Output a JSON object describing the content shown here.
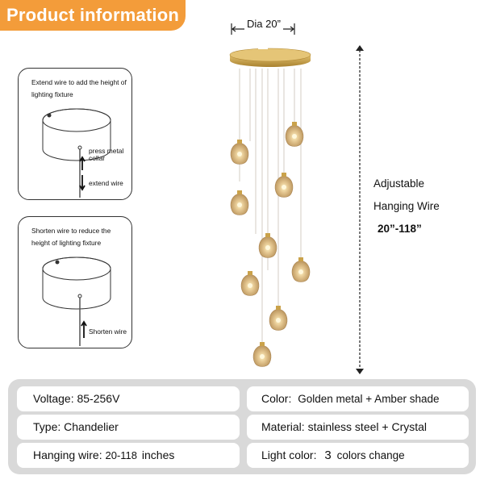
{
  "banner": {
    "title": "Product information"
  },
  "dimension": {
    "diameter": "Dia  20”"
  },
  "hanging": {
    "line1": "Adjustable",
    "line2": "Hanging Wire",
    "line3": "20”-118”"
  },
  "panels": {
    "extend": {
      "caption": "Extend wire to add the height of lighting fixture",
      "press_note": "press metal collar",
      "wire_note": "extend wire"
    },
    "shorten": {
      "caption": "Shorten wire to reduce the height of lighting fixture",
      "wire_note": "Shorten wire"
    }
  },
  "specs": {
    "voltage": "Voltage: 85-256V",
    "type": "Type: Chandelier",
    "hanging_wire_label": "Hanging wire:",
    "hanging_wire_value": "20-118",
    "hanging_wire_unit": "inches",
    "color_label": "Color:",
    "color_value": "Golden metal + Amber shade",
    "material": "Material: stainless steel + Crystal",
    "light_color_label": "Light color:",
    "light_color_value": "3",
    "light_color_unit": "colors change"
  },
  "colors": {
    "banner": "#f39c3a",
    "canopy": "#caa24a",
    "shade": "#d8b986"
  }
}
